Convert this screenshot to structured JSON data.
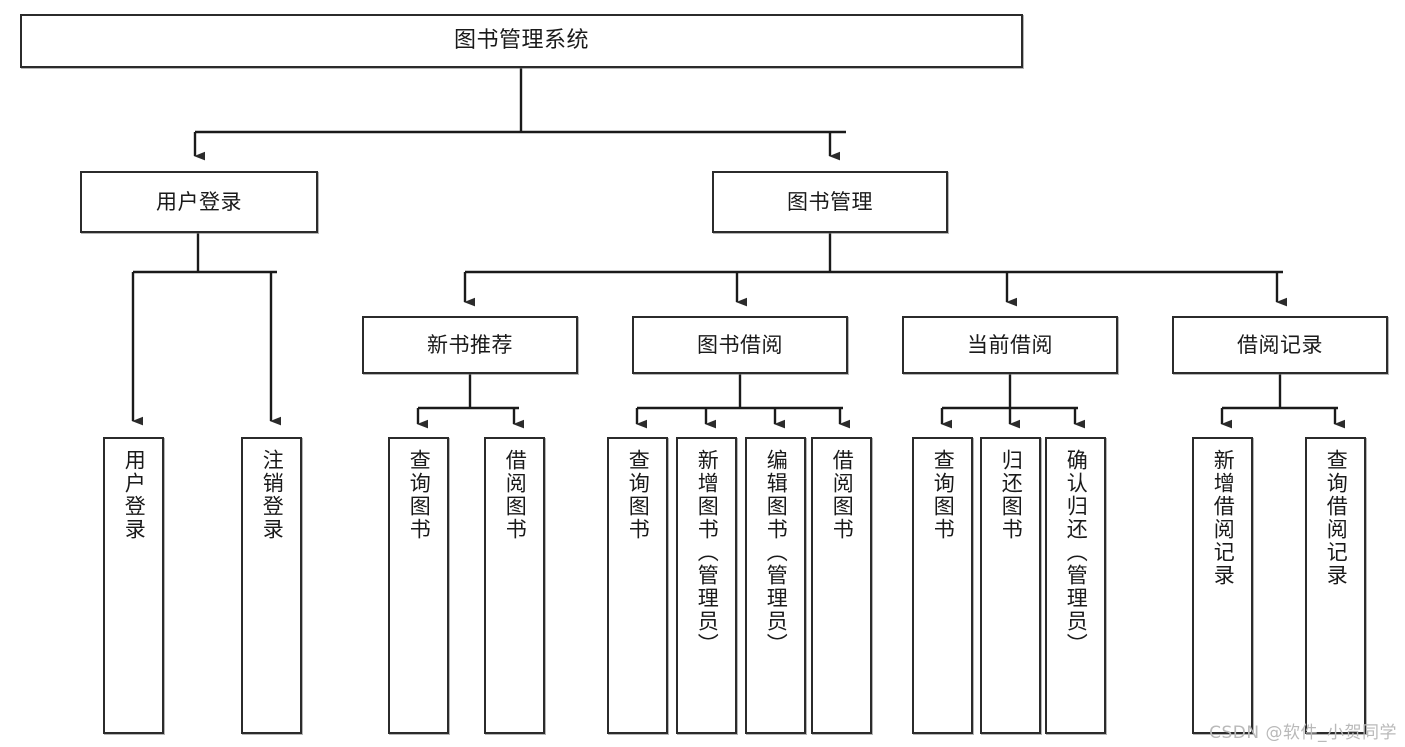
{
  "diagram": {
    "title": "图书管理系统",
    "type": "tree-hierarchy-chart",
    "watermark": "CSDN @软件_小贺同学",
    "colors": {
      "box_border": "#2b2b2b",
      "box_fill": "#ffffff",
      "edge": "#1a1a1a",
      "text": "#1a1a1a",
      "watermark": "#b9b9b9"
    },
    "nodes": {
      "root": {
        "label": "图书管理系统"
      },
      "level2": [
        {
          "id": "user-login",
          "label": "用户登录"
        },
        {
          "id": "book-management",
          "label": "图书管理"
        }
      ],
      "level3": [
        {
          "id": "new-book-recommend",
          "label": "新书推荐"
        },
        {
          "id": "book-borrow",
          "label": "图书借阅"
        },
        {
          "id": "current-borrow",
          "label": "当前借阅"
        },
        {
          "id": "borrow-record",
          "label": "借阅记录"
        }
      ],
      "leaves": {
        "user_login": [
          {
            "id": "leaf-user-login",
            "label": "用户登录"
          },
          {
            "id": "leaf-logout-login",
            "label": "注销登录"
          }
        ],
        "new_book_recommend": [
          {
            "id": "leaf-query-book-1",
            "label": "查询图书"
          },
          {
            "id": "leaf-borrow-book-1",
            "label": "借阅图书"
          }
        ],
        "book_borrow": [
          {
            "id": "leaf-query-book-2",
            "label": "查询图书"
          },
          {
            "id": "leaf-add-book",
            "label": "新增图书（管理员）"
          },
          {
            "id": "leaf-edit-book",
            "label": "编辑图书（管理员）"
          },
          {
            "id": "leaf-borrow-book-2",
            "label": "借阅图书"
          }
        ],
        "current_borrow": [
          {
            "id": "leaf-query-book-3",
            "label": "查询图书"
          },
          {
            "id": "leaf-return-book",
            "label": "归还图书"
          },
          {
            "id": "leaf-confirm-return",
            "label": "确认归还（管理员）"
          }
        ],
        "borrow_record": [
          {
            "id": "leaf-add-borrow-record",
            "label": "新增借阅记录"
          },
          {
            "id": "leaf-query-borrow-record",
            "label": "查询借阅记录"
          }
        ]
      }
    }
  }
}
